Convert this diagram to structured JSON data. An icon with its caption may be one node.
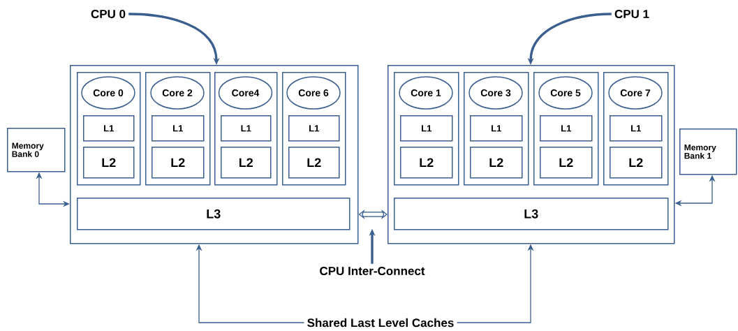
{
  "diagram": {
    "nodes": [
      {
        "text": [
          "CPU 0"
        ]
      },
      {
        "text": [],
        "shape": "box"
      },
      {
        "text": [],
        "shape": "box",
        "in": 1
      },
      {
        "text": [
          "Core 0"
        ],
        "in": 2
      },
      {
        "text": [
          "L1"
        ],
        "in": 2
      },
      {
        "text": [
          "L2"
        ],
        "in": 2
      },
      {
        "text": [],
        "shape": "box",
        "in": 1
      },
      {
        "text": [
          "Core 2"
        ],
        "in": 6
      },
      {
        "text": [
          "L1"
        ],
        "in": 6
      },
      {
        "text": [
          "L2"
        ],
        "in": 6
      },
      {
        "text": [],
        "shape": "box",
        "in": 1
      },
      {
        "text": [
          "Core4"
        ],
        "in": 10
      },
      {
        "text": [
          "L1"
        ],
        "in": 10
      },
      {
        "text": [
          "L2"
        ],
        "in": 10
      },
      {
        "text": [],
        "shape": "box",
        "in": 1
      },
      {
        "text": [
          "Core 6"
        ],
        "in": 14
      },
      {
        "text": [
          "L1"
        ],
        "in": 14
      },
      {
        "text": [
          "L2"
        ],
        "in": 14
      },
      {
        "text": [
          "L3"
        ],
        "in": 1
      },
      {
        "text": [
          "CPU 1"
        ]
      },
      {
        "text": [],
        "shape": "box"
      },
      {
        "text": [],
        "shape": "box",
        "in": 20
      },
      {
        "text": [
          "Core 1"
        ],
        "in": 21
      },
      {
        "text": [
          "L1"
        ],
        "in": 21
      },
      {
        "text": [
          "L2"
        ],
        "in": 21
      },
      {
        "text": [],
        "shape": "box",
        "in": 20
      },
      {
        "text": [
          "Core 3"
        ],
        "in": 25
      },
      {
        "text": [
          "L1"
        ],
        "in": 25
      },
      {
        "text": [
          "L2"
        ],
        "in": 25
      },
      {
        "text": [],
        "shape": "box",
        "in": 20
      },
      {
        "text": [
          "Core 5"
        ],
        "in": 29
      },
      {
        "text": [
          "L1"
        ],
        "in": 29
      },
      {
        "text": [
          "L2"
        ],
        "in": 29
      },
      {
        "text": [],
        "shape": "box",
        "in": 20
      },
      {
        "text": [
          "Core 7"
        ],
        "in": 33
      },
      {
        "text": [
          "L1"
        ],
        "in": 33
      },
      {
        "text": [
          "L2"
        ],
        "in": 33
      },
      {
        "text": [
          "L3"
        ],
        "in": 20
      },
      {
        "text": [
          "Memory Bank 0"
        ]
      },
      {
        "text": [
          "Memory Bank 1"
        ]
      },
      {
        "text": [
          "CPU Inter-Connect"
        ]
      },
      {
        "text": [
          "Shared Last Level Caches"
        ]
      }
    ],
    "edges": [
      {
        "from": 0,
        "to": 1,
        "arrow": "to",
        "style": "thick"
      },
      {
        "from": 19,
        "to": 20,
        "arrow": "to",
        "style": "thick"
      },
      {
        "from": 38,
        "to": 1,
        "arrow": "both"
      },
      {
        "from": 39,
        "to": 20,
        "arrow": "both"
      },
      {
        "from": 1,
        "to": 20,
        "arrow": "both",
        "style": "thick"
      },
      {
        "from": 40,
        "to": null,
        "arrow": "to",
        "style": "thick"
      },
      {
        "from": 41,
        "to": 1,
        "arrow": "to"
      },
      {
        "from": 41,
        "to": 20,
        "arrow": "to"
      }
    ]
  }
}
